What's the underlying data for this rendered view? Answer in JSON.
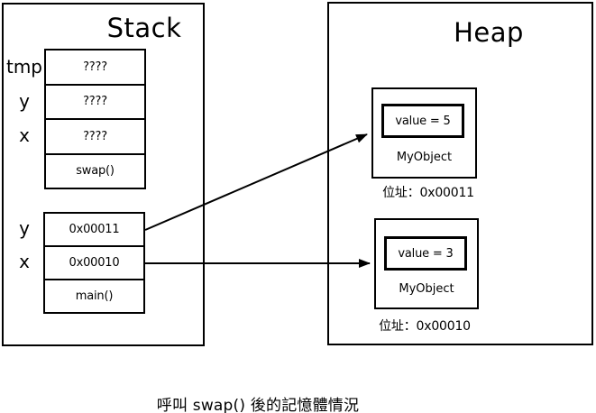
{
  "stack": {
    "title": "Stack",
    "frames": [
      {
        "function": "swap()",
        "variables": [
          {
            "name": "tmp",
            "value": "????"
          },
          {
            "name": "y",
            "value": "????"
          },
          {
            "name": "x",
            "value": "????"
          }
        ]
      },
      {
        "function": "main()",
        "variables": [
          {
            "name": "y",
            "value": "0x00011"
          },
          {
            "name": "x",
            "value": "0x00010"
          }
        ]
      }
    ]
  },
  "heap": {
    "title": "Heap",
    "objects": [
      {
        "value_field": "value = 5",
        "class_name": "MyObject",
        "address": "位址：0x00011"
      },
      {
        "value_field": "value = 3",
        "class_name": "MyObject",
        "address": "位址：0x00010"
      }
    ]
  },
  "arrows": [
    {
      "from": "main-frame-y",
      "to": "heap-object-1"
    },
    {
      "from": "main-frame-x",
      "to": "heap-object-2"
    }
  ],
  "caption": "呼叫 swap() 後的記憶體情況",
  "colors": {
    "line": "#000000",
    "background": "#ffffff"
  }
}
